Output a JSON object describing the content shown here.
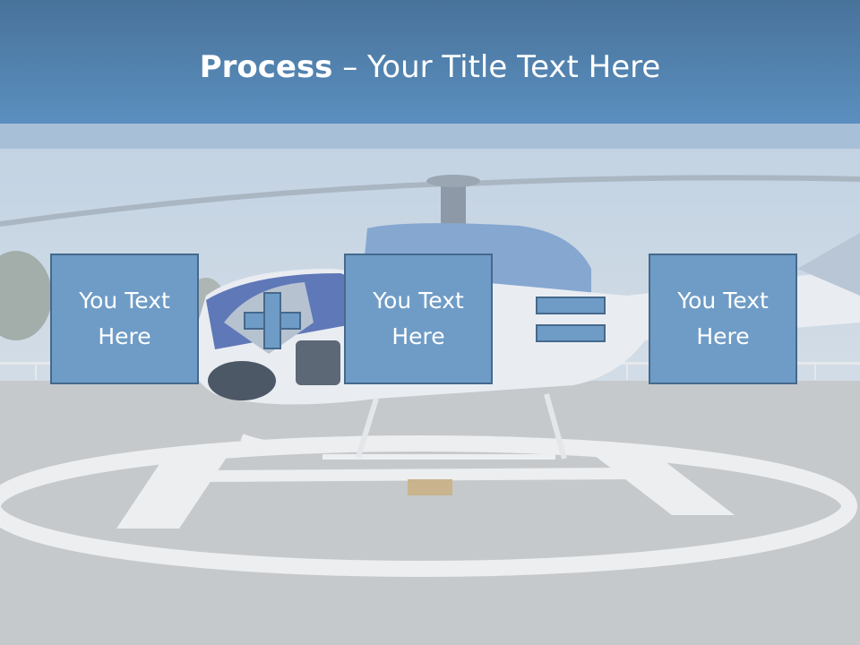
{
  "slide": {
    "title_bold": "Process",
    "title_rest": " – Your Title Text Here",
    "boxes": [
      {
        "label": "You Text Here"
      },
      {
        "label": "You Text Here"
      },
      {
        "label": "You Text Here"
      }
    ],
    "operators": [
      "plus",
      "equals"
    ]
  },
  "background": {
    "description_icon": "helicopter-on-helipad-photo"
  },
  "colors": {
    "header": "#5b8fbf",
    "header_dark": "#48729a",
    "strip": "#a7c0d8",
    "box_fill": "#6f9cc6",
    "box_border": "#46698c",
    "text": "#ffffff"
  }
}
